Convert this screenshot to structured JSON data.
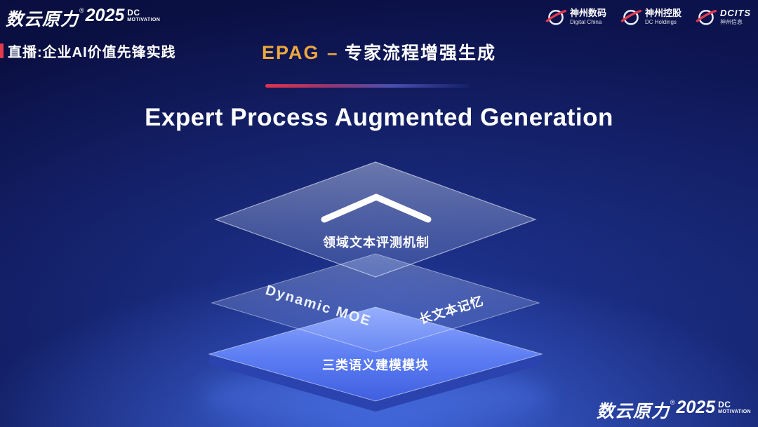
{
  "colors": {
    "accent_gold": "#eda73e",
    "accent_red": "#e23b4e",
    "layer_blue": "#5b7cf2",
    "background_navy": "#0d1450"
  },
  "header": {
    "brand": {
      "name": "数云原力",
      "reg": "®",
      "year": "2025",
      "sub_top": "DC",
      "sub_bottom": "MOTIVATION"
    },
    "live_label": "直播:企业AI价值先锋实践",
    "title": {
      "abbr": "EPAG",
      "dash": "–",
      "zh": "专家流程增强生成"
    },
    "logos": [
      {
        "line1": "神州数码",
        "line2": "Digital China"
      },
      {
        "line1": "神州控股",
        "line2": "DC Holdings"
      },
      {
        "line1": "DCITS",
        "line2": "神州信息"
      }
    ]
  },
  "main": {
    "headline": "Expert Process Augmented Generation",
    "stack": {
      "top_label": "领域文本评测机制",
      "middle_left_label": "Dynamic MOE",
      "middle_right_label": "长文本记忆",
      "bottom_label": "三类语义建模模块"
    }
  },
  "footer": {
    "brand": {
      "name": "数云原力",
      "reg": "®",
      "year": "2025",
      "sub_top": "DC",
      "sub_bottom": "MOTIVATION"
    }
  }
}
